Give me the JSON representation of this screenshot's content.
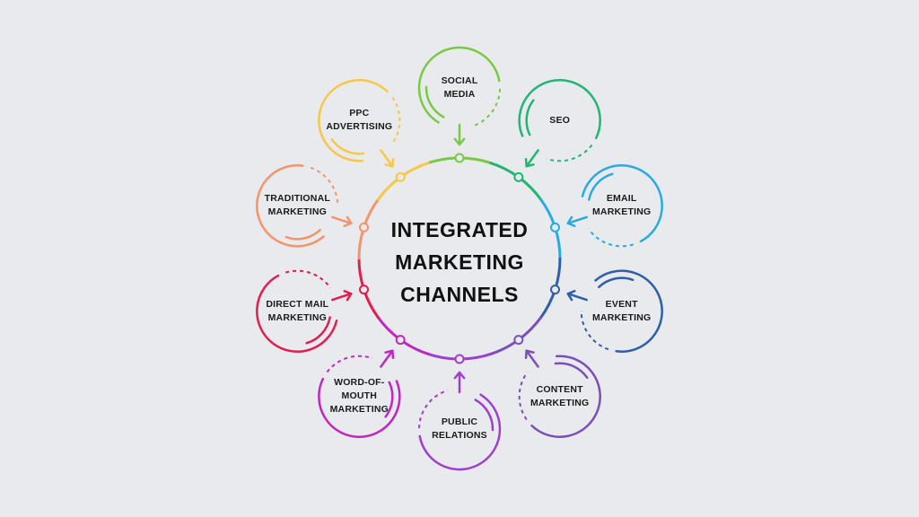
{
  "center": {
    "line1": "INTEGRATED",
    "line2": "MARKETING",
    "line3": "CHANNELS"
  },
  "nodes": [
    {
      "id": "social-media",
      "lines": [
        "SOCIAL",
        "MEDIA"
      ],
      "color": "#7ac943"
    },
    {
      "id": "seo",
      "lines": [
        "SEO"
      ],
      "color": "#22b573"
    },
    {
      "id": "email-marketing",
      "lines": [
        "EMAIL",
        "MARKETING"
      ],
      "color": "#29abe2"
    },
    {
      "id": "event-marketing",
      "lines": [
        "EVENT",
        "MARKETING"
      ],
      "color": "#2e5fa8"
    },
    {
      "id": "content-marketing",
      "lines": [
        "CONTENT",
        "MARKETING"
      ],
      "color": "#7b4fb8"
    },
    {
      "id": "public-relations",
      "lines": [
        "PUBLIC",
        "RELATIONS"
      ],
      "color": "#9e3fd0"
    },
    {
      "id": "word-of-mouth-marketing",
      "lines": [
        "WORD-OF-",
        "MOUTH",
        "MARKETING"
      ],
      "color": "#c026c0"
    },
    {
      "id": "direct-mail-marketing",
      "lines": [
        "DIRECT MAIL",
        "MARKETING"
      ],
      "color": "#e01e4f"
    },
    {
      "id": "traditional-marketing",
      "lines": [
        "TRADITIONAL",
        "MARKETING"
      ],
      "color": "#f2956a"
    },
    {
      "id": "ppc-advertising",
      "lines": [
        "PPC",
        "ADVERTISING"
      ],
      "color": "#f7c748"
    }
  ]
}
